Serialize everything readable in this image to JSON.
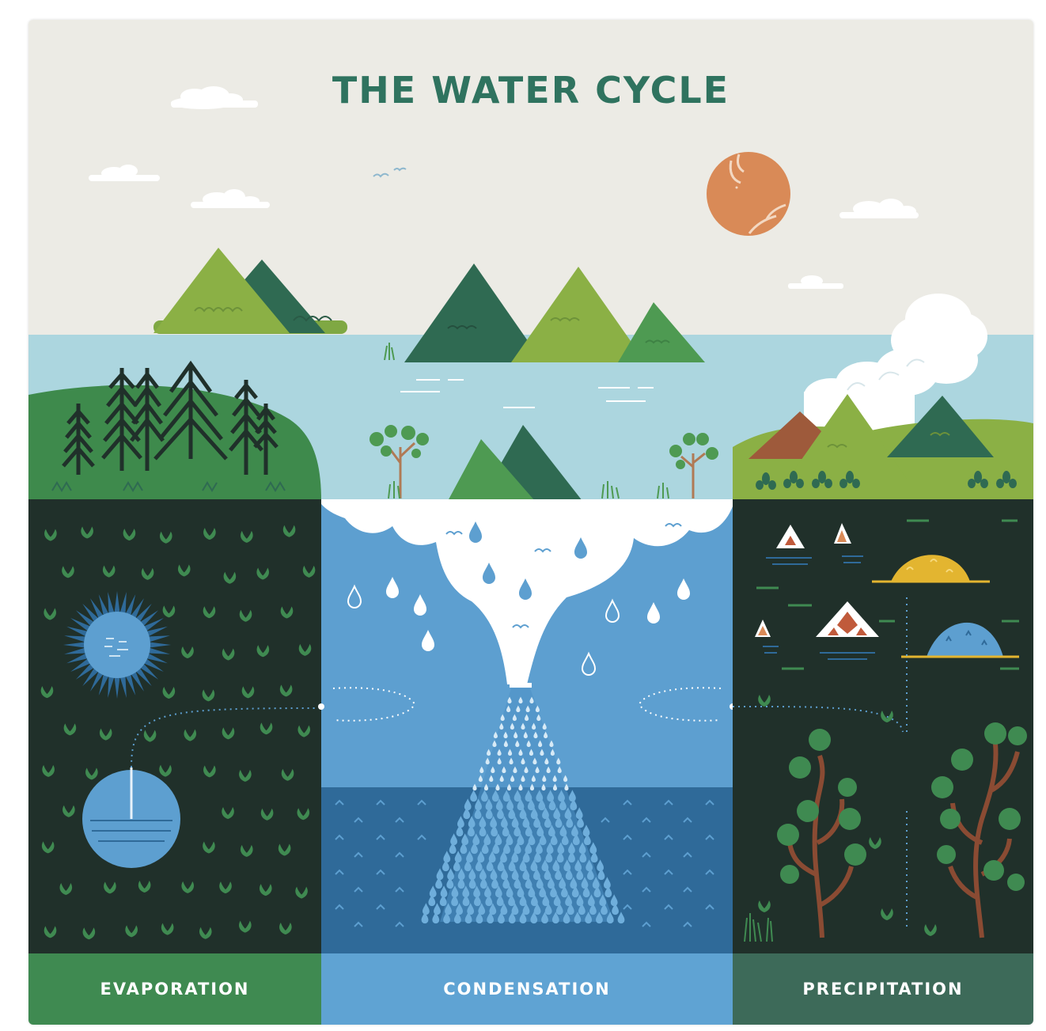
{
  "title": "THE WATER CYCLE",
  "panels": [
    {
      "label": "EVAPORATION",
      "color": "#3f8a51"
    },
    {
      "label": "CONDENSATION",
      "color": "#5fa3d3"
    },
    {
      "label": "PRECIPITATION",
      "color": "#3d6a59"
    }
  ],
  "colors": {
    "sky": "#ecebe5",
    "lake": "#acd6df",
    "dark_panel": "#20302a",
    "sky_panel": "#5d9fd0",
    "deep_water": "#2f6a99",
    "sun": "#d98a57",
    "title": "#2f735f"
  }
}
